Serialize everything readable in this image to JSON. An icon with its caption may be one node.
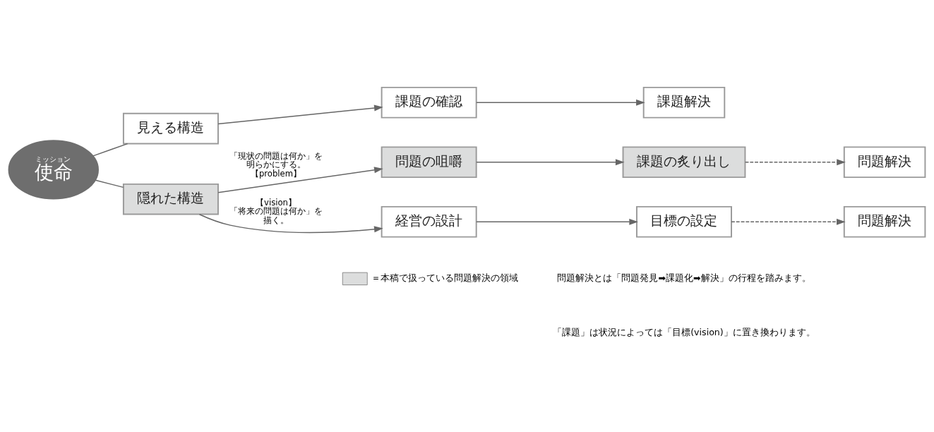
{
  "diagram": {
    "nodes": [
      {
        "text": [
          "ミッション",
          "使命"
        ]
      },
      {
        "text": [
          "見える構造"
        ]
      },
      {
        "text": [
          "隠れた構造"
        ]
      },
      {
        "text": [
          "課題の確認"
        ]
      },
      {
        "text": [
          "課題解決"
        ]
      },
      {
        "text": [
          "問題の咀嚼"
        ]
      },
      {
        "text": [
          "課題の炙り出し"
        ]
      },
      {
        "text": [
          "問題解決"
        ]
      },
      {
        "text": [
          "経営の設計"
        ]
      },
      {
        "text": [
          "目標の設定"
        ]
      },
      {
        "text": [
          "問題解決"
        ]
      }
    ],
    "edges": [
      {
        "from": 0,
        "to": 1,
        "arrow": "none"
      },
      {
        "from": 0,
        "to": 2,
        "arrow": "none"
      },
      {
        "from": 1,
        "to": 3,
        "arrow": "to"
      },
      {
        "from": 3,
        "to": 4,
        "arrow": "to"
      },
      {
        "from": 2,
        "to": 5,
        "arrow": "to",
        "label": "「現状の問題は何か」を明らかにする。【problem】"
      },
      {
        "from": 5,
        "to": 6,
        "arrow": "to"
      },
      {
        "from": 6,
        "to": 7,
        "arrow": "to",
        "style": "dashed"
      },
      {
        "from": 2,
        "to": 8,
        "arrow": "to",
        "label": "【vision】「将来の問題は何か」を描く。"
      },
      {
        "from": 8,
        "to": 9,
        "arrow": "to"
      },
      {
        "from": 9,
        "to": 10,
        "arrow": "to",
        "style": "dashed"
      }
    ],
    "labels": [
      "問題解決とは「問題発見➡課題化➡解決」の行程を踏みます。",
      "「課題」は状況によっては「目標(vision)」に置き換わります。"
    ],
    "legend": [
      {
        "text": "＝本稿で扱っている問題解決の領域",
        "color": "#dcdddd"
      }
    ]
  }
}
